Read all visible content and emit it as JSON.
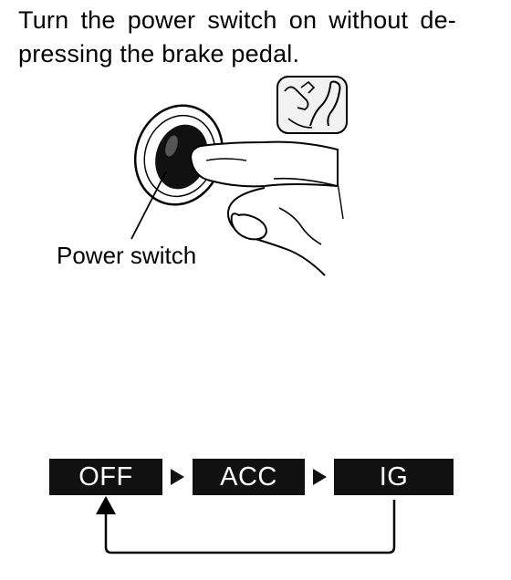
{
  "instruction": {
    "line1": "Turn the power switch on without de-",
    "line2": "pressing the brake pedal."
  },
  "illustration": {
    "callout_label": "Power switch",
    "brake_icon": "foot-off-brake-pedal-icon"
  },
  "mode_sequence": {
    "modes": [
      "OFF",
      "ACC",
      "IG"
    ],
    "arrow_icon": "right-triangle-arrow-icon",
    "return_icon": "return-arrow-icon"
  }
}
